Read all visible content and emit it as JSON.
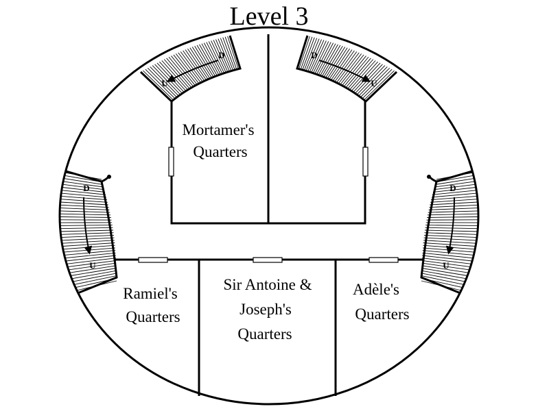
{
  "title": "Level 3",
  "rooms": {
    "mortamer": [
      "Mortamer's",
      "Quarters"
    ],
    "ramiel": [
      "Ramiel's",
      "Quarters"
    ],
    "antoine_joseph": [
      "Sir Antoine &",
      "Joseph's",
      "Quarters"
    ],
    "adele": [
      "Adèle's",
      "Quarters"
    ]
  },
  "stairs": {
    "top_left": {
      "down": "D",
      "up": "U"
    },
    "top_right": {
      "down": "D",
      "up": "U"
    },
    "left": {
      "down": "D",
      "up": "U"
    },
    "right": {
      "down": "D",
      "up": "U"
    }
  }
}
